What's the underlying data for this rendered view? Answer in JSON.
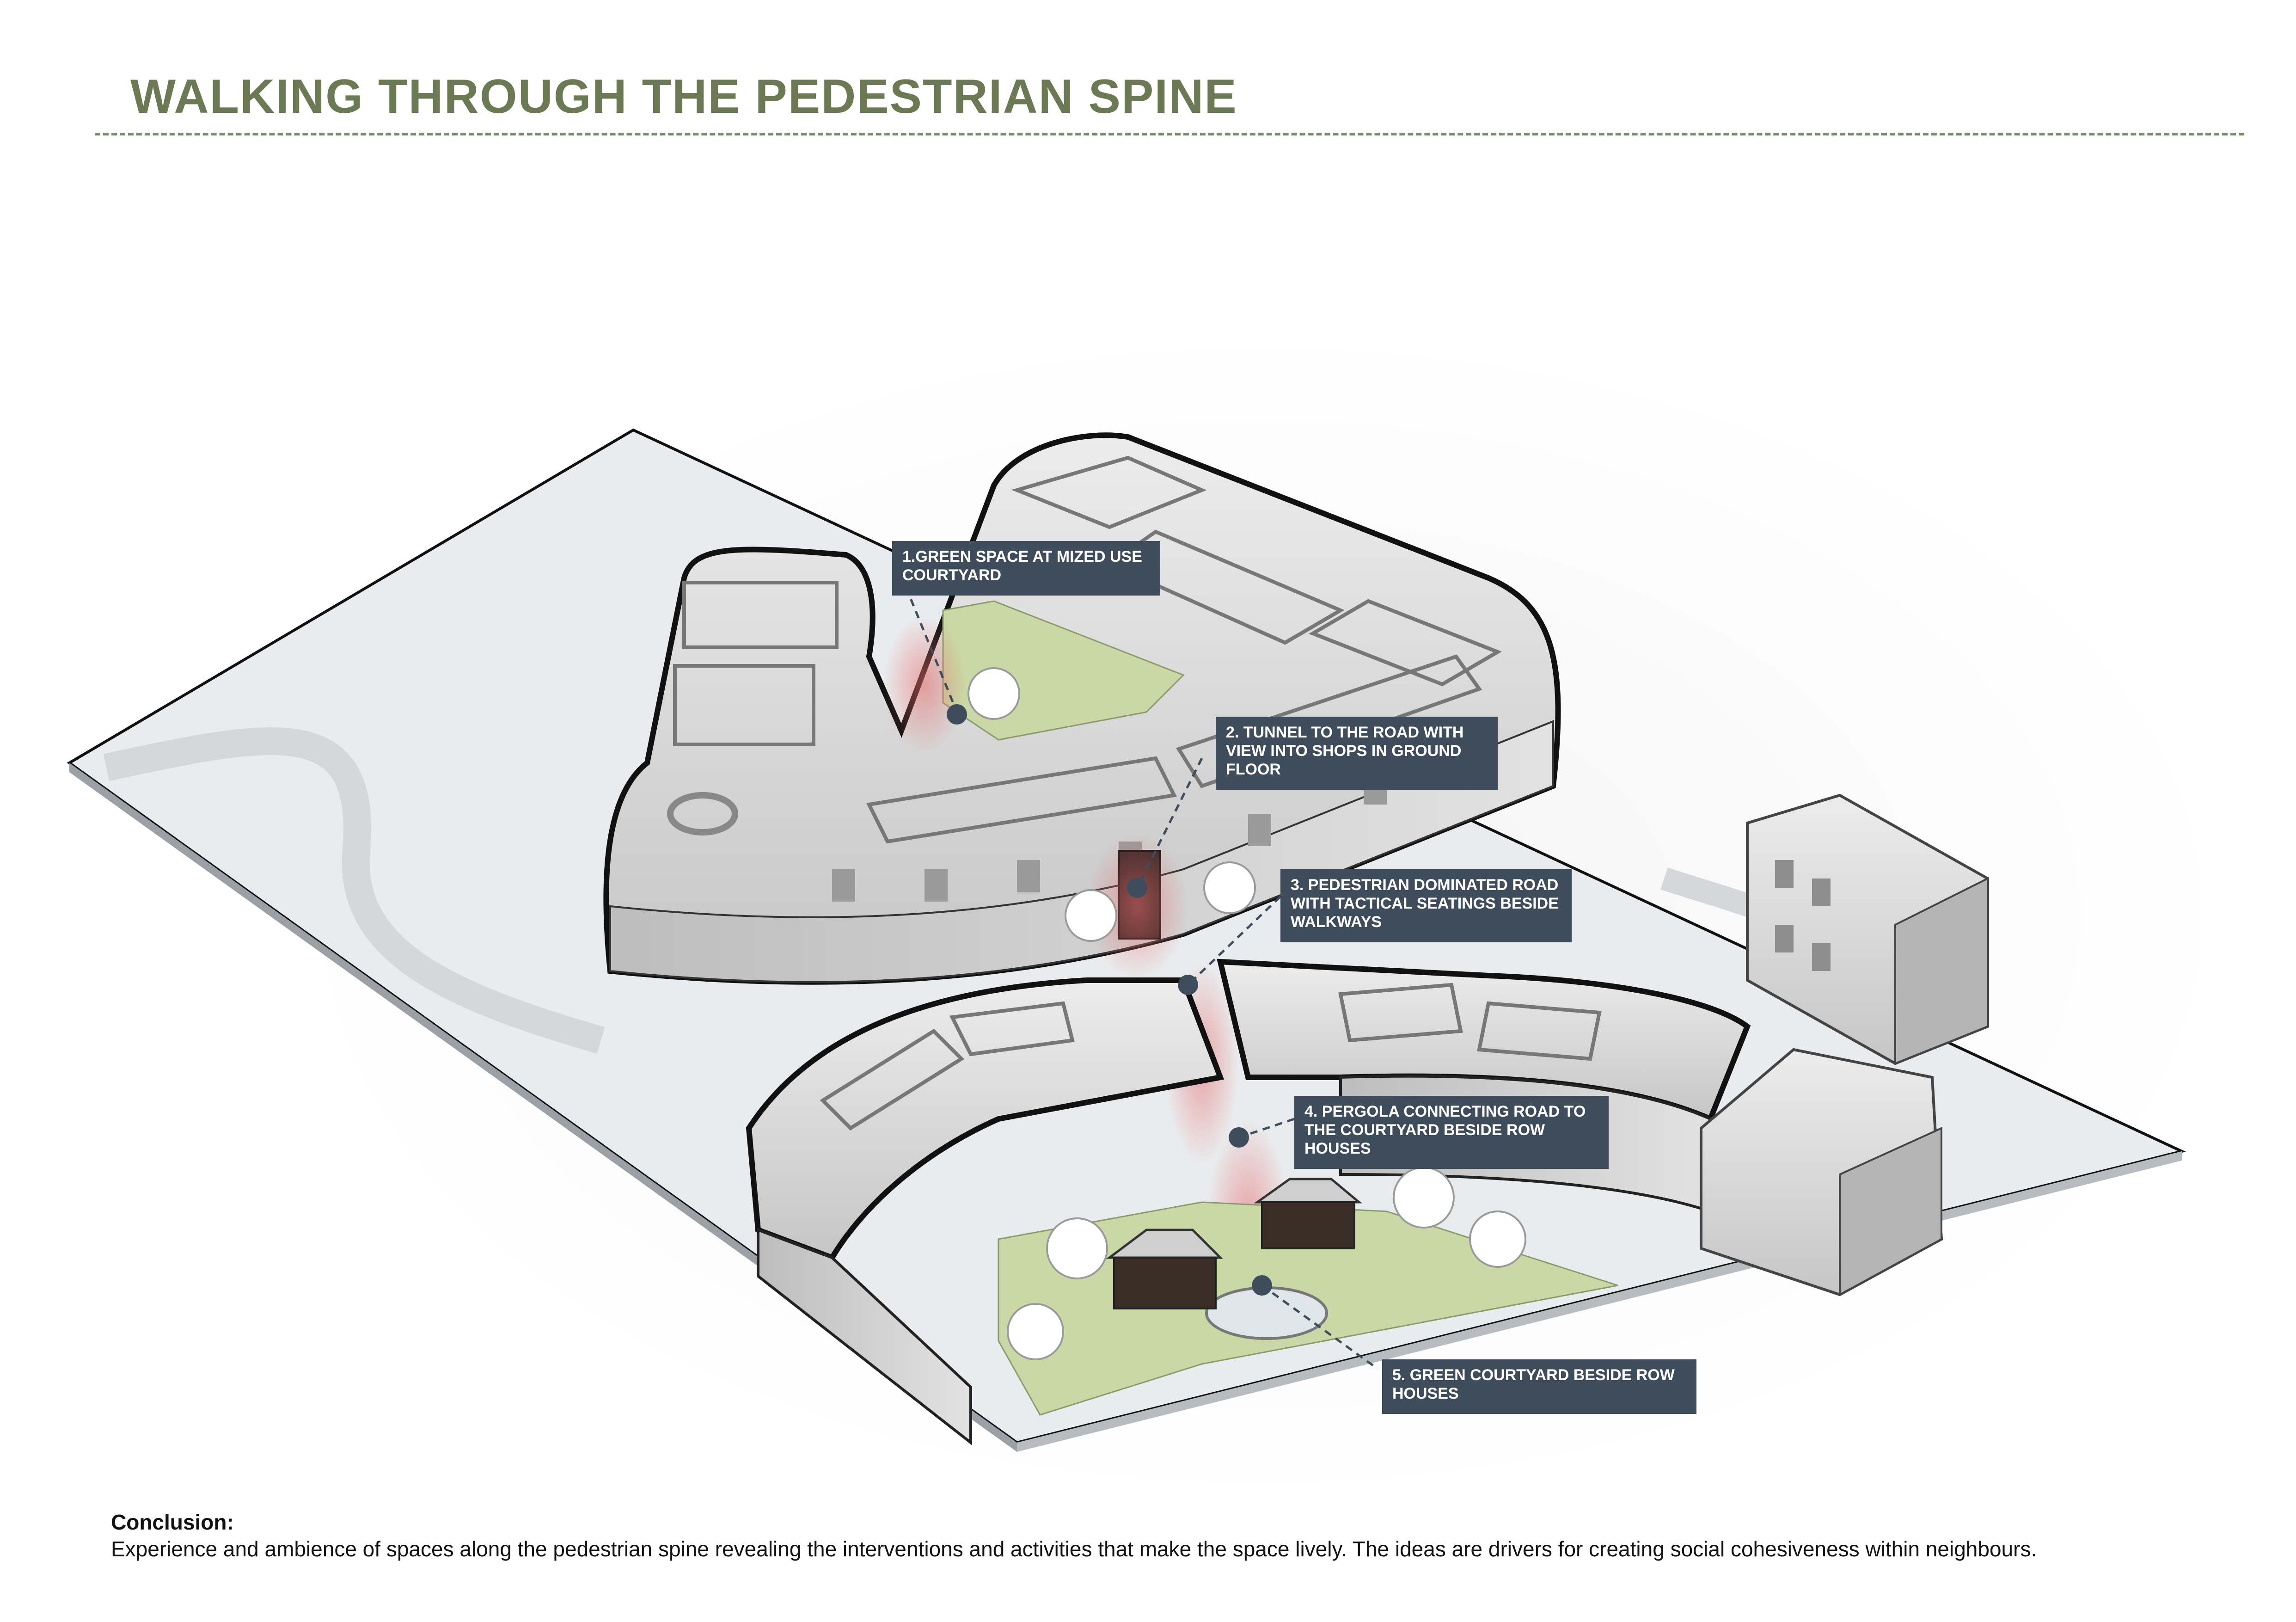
{
  "title": "WALKING THROUGH THE PEDESTRIAN SPINE",
  "callouts": [
    {
      "label": "1.GREEN SPACE AT MIZED USE COURTYARD"
    },
    {
      "label": "2. TUNNEL TO THE ROAD WITH VIEW INTO SHOPS IN GROUND FLOOR"
    },
    {
      "label": "3. PEDESTRIAN DOMINATED ROAD WITH TACTICAL SEATINGS BESIDE WALKWAYS"
    },
    {
      "label": "4. PERGOLA CONNECTING ROAD TO THE COURTYARD BESIDE ROW HOUSES"
    },
    {
      "label": "5. GREEN COURTYARD BESIDE ROW HOUSES"
    }
  ],
  "conclusion": {
    "heading": "Conclusion:",
    "body": "Experience and ambience of spaces along the pedestrian spine revealing the interventions and activities that make the space lively. The ideas are drivers for creating social cohesiveness within neighbours."
  },
  "colors": {
    "title": "#6b7a55",
    "callout_bg": "#3f4c5b",
    "marker": "#3f4c5b",
    "path_glow": "#e86a6a",
    "grass": "#c9d8a6",
    "building": "#d9d9d9",
    "outline": "#111111"
  }
}
